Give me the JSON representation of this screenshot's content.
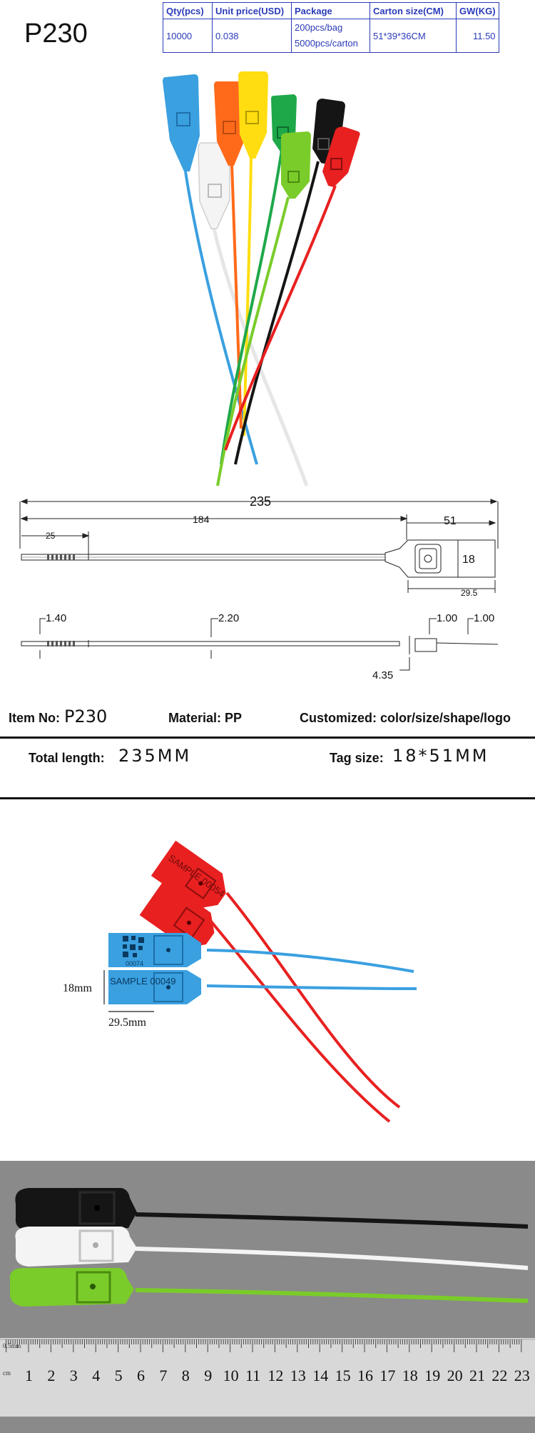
{
  "model": "P230",
  "spec_table": {
    "headers": [
      "Qty(pcs)",
      "Unit price(USD)",
      "Package",
      "Carton size(CM)",
      "GW(KG)"
    ],
    "row": {
      "qty": "10000",
      "price": "0.038",
      "package_line1": "200pcs/bag",
      "package_line2": "5000pcs/carton",
      "carton": "51*39*36CM",
      "gw": "11.50"
    }
  },
  "drawing": {
    "dim_total": "235",
    "dim_tail": "184",
    "dim_tag_len": "51",
    "dim_teeth": "25",
    "dim_tag_h": "18",
    "dim_tag_w": "29.5",
    "dim_tip": "1.40",
    "dim_strap": "2.20",
    "dim_a": "1.00",
    "dim_b": "1.00",
    "dim_base": "4.35"
  },
  "info": {
    "item_label": "Item No:",
    "item_value": "P230",
    "material": "Material: PP",
    "customized": "Customized: color/size/shape/logo",
    "length_label": "Total length:",
    "length_value": "235MM",
    "tag_label": "Tag size:",
    "tag_value": "18*51MM"
  },
  "sample_photo": {
    "height_label": "18mm",
    "width_label": "29.5mm",
    "tag_text_red": "SAMPLE 00054",
    "tag_text_qr": "00074",
    "tag_text_blue": "SAMPLE 00049"
  },
  "ruler": {
    "unit_label": "cm",
    "scale_label": "0.5mm",
    "numbers": [
      "1",
      "2",
      "3",
      "4",
      "5",
      "6",
      "7",
      "8",
      "9",
      "10",
      "11",
      "12",
      "13",
      "14",
      "15",
      "16",
      "17",
      "18",
      "19",
      "20",
      "21",
      "22",
      "23"
    ]
  },
  "colors": {
    "seal_colors": [
      "#3aa0e0",
      "#ff6a1a",
      "#ffdd10",
      "#1ea84a",
      "#7acc2a",
      "#151515",
      "#e82020",
      "#f4f4f4"
    ],
    "table_text": "#2a3bb8"
  }
}
